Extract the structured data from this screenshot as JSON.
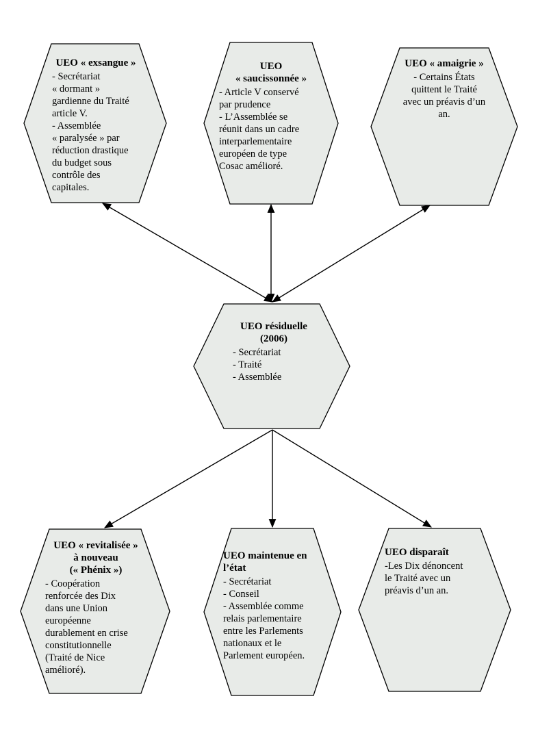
{
  "colors": {
    "page_bg": "#ffffff",
    "hex_fill": "#e8ebe8",
    "hex_stroke": "#000000",
    "arrow": "#000000",
    "text": "#000000"
  },
  "diagram": {
    "center": {
      "title": "UEO résiduelle\n(2006)",
      "body": "- Secrétariat\n- Traité\n- Assemblée"
    },
    "nodes": {
      "top_left": {
        "title": "UEO « exsangue »",
        "body": "- Secrétariat\n« dormant »\ngardienne du Traité\narticle V.\n- Assemblée\n« paralysée » par\nréduction drastique\ndu budget sous\ncontrôle des\ncapitales."
      },
      "top_middle": {
        "title": "UEO\n« saucissonnée »",
        "body": "- Article V conservé\npar prudence\n- L’Assemblée se\nréunit dans un cadre\ninterparlementaire\neuropéen de type\nCosac amélioré."
      },
      "top_right": {
        "title": "UEO « amaigrie »",
        "body": "- Certains États\nquittent le Traité\navec un préavis d’un\nan."
      },
      "bottom_left": {
        "title": "UEO « revitalisée »\nà nouveau\n(« Phénix »)",
        "body": "- Coopération\nrenforcée des Dix\ndans une Union\neuropéenne\ndurablement en crise\nconstitutionnelle\n(Traité de Nice\namélioré)."
      },
      "bottom_middle": {
        "title": "UEO maintenue en\nl’état",
        "body": "- Secrétariat\n- Conseil\n- Assemblée comme\nrelais parlementaire\nentre les Parlements\nnationaux et le\nParlement européen."
      },
      "bottom_right": {
        "title": "UEO disparaît",
        "body": "-Les Dix dénoncent\nle Traité avec un\npréavis d’un an."
      }
    }
  }
}
